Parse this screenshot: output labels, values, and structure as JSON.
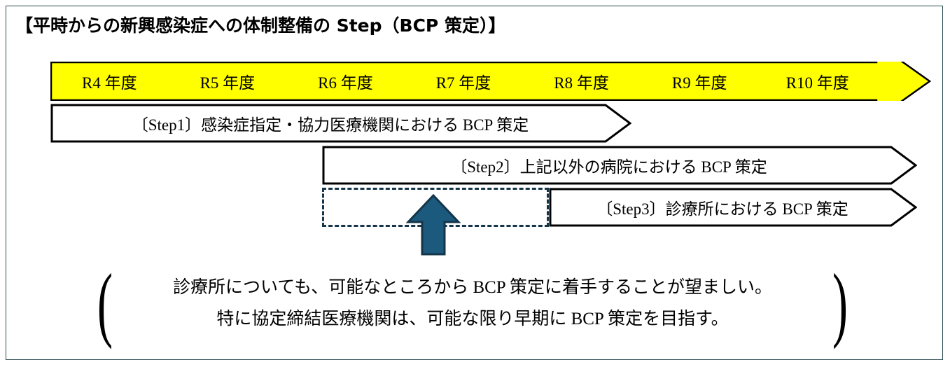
{
  "title": "【平時からの新興感染症への体制整備の Step（BCP 策定）】",
  "colors": {
    "year_bar_fill": "#FFFF00",
    "year_bar_stroke": "#000000",
    "step_bar_fill": "#FFFFFF",
    "step_bar_stroke": "#000000",
    "blue_arrow_fill": "#1B5A7D",
    "blue_arrow_stroke": "#14354A",
    "dashed_box_stroke": "#14354A",
    "frame_stroke": "#2B4A4F"
  },
  "timeline": {
    "years": [
      {
        "label": "R4 年度"
      },
      {
        "label": "R5 年度"
      },
      {
        "label": "R6 年度"
      },
      {
        "label": "R7 年度"
      },
      {
        "label": "R8 年度"
      },
      {
        "label": "R9 年度"
      },
      {
        "label": "R10 年度"
      }
    ]
  },
  "steps": [
    {
      "label": "〔Step1〕感染症指定・協力医療機関における BCP 策定"
    },
    {
      "label": "〔Step2〕上記以外の病院における BCP 策定"
    },
    {
      "label": "〔Step3〕診療所における BCP 策定"
    }
  ],
  "note": {
    "open_paren": "(",
    "close_paren": ")",
    "lines": [
      "診療所についても、可能なところから BCP 策定に着手することが望ましい。",
      "特に協定締結医療機関は、可能な限り早期に BCP 策定を目指す。"
    ]
  }
}
